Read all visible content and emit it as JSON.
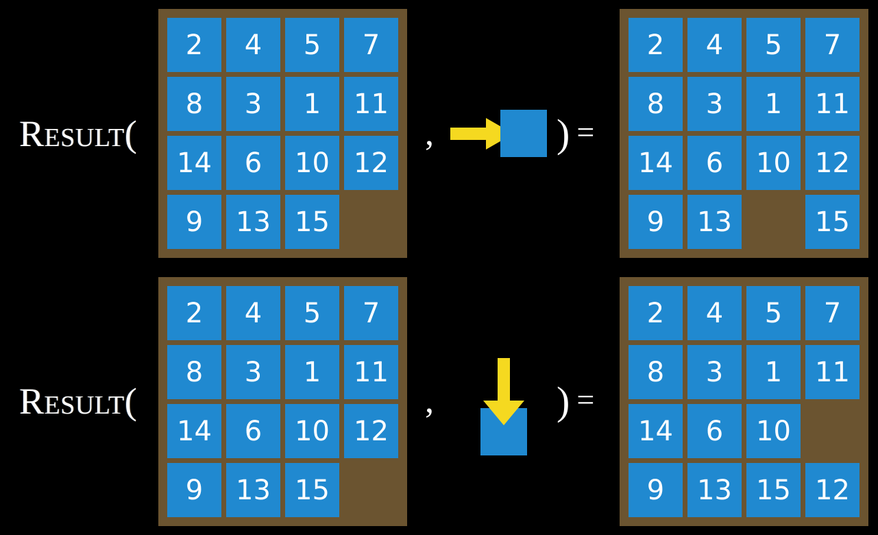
{
  "page": {
    "background_color": "#000000",
    "tile_color": "#2089d0",
    "board_color": "#6b5430",
    "arrow_color": "#f5d920",
    "text_color": "#ffffff"
  },
  "symbols": {
    "result_word": "Result",
    "open_paren": "(",
    "comma": ",",
    "close_paren": ")",
    "equals": "="
  },
  "rows": [
    {
      "id": "row-top",
      "label": "Result(",
      "state_before": {
        "rows": [
          [
            "2",
            "4",
            "5",
            "7"
          ],
          [
            "8",
            "3",
            "1",
            "11"
          ],
          [
            "14",
            "6",
            "10",
            "12"
          ],
          [
            "9",
            "13",
            "15",
            ""
          ]
        ]
      },
      "action": {
        "direction": "right",
        "arrow_icon": "arrow-right-icon",
        "blank_square_label": ""
      },
      "state_after": {
        "rows": [
          [
            "2",
            "4",
            "5",
            "7"
          ],
          [
            "8",
            "3",
            "1",
            "11"
          ],
          [
            "14",
            "6",
            "10",
            "12"
          ],
          [
            "9",
            "13",
            "",
            "15"
          ]
        ]
      }
    },
    {
      "id": "row-bottom",
      "label": "Result(",
      "state_before": {
        "rows": [
          [
            "2",
            "4",
            "5",
            "7"
          ],
          [
            "8",
            "3",
            "1",
            "11"
          ],
          [
            "14",
            "6",
            "10",
            "12"
          ],
          [
            "9",
            "13",
            "15",
            ""
          ]
        ]
      },
      "action": {
        "direction": "down",
        "arrow_icon": "arrow-down-icon",
        "blank_square_label": ""
      },
      "state_after": {
        "rows": [
          [
            "2",
            "4",
            "5",
            "7"
          ],
          [
            "8",
            "3",
            "1",
            "11"
          ],
          [
            "14",
            "6",
            "10",
            ""
          ],
          [
            "9",
            "13",
            "15",
            "12"
          ]
        ]
      }
    }
  ]
}
